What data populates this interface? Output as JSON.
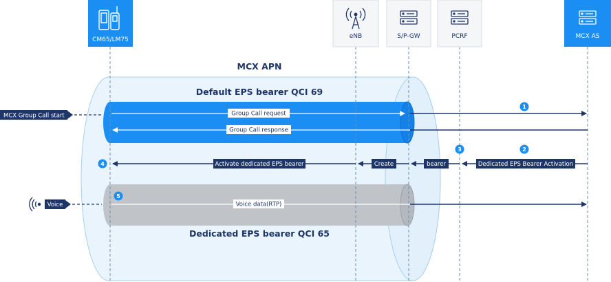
{
  "colors": {
    "blue": "#1a8ef3",
    "blue_dark": "#0f6fd0",
    "navy": "#1e3568",
    "grey_tube": "#c0c4c9",
    "apn_fill": "#eaf4fc",
    "apn_stroke": "#a9cfee",
    "node_light_fill": "#f4f6f8",
    "node_light_stroke": "#d9dee3",
    "lifeline": "#6b8db1"
  },
  "nodes": {
    "ue": {
      "label": "CM65/LM75",
      "icon": "handsets-icon"
    },
    "enb": {
      "label": "eNB",
      "icon": "antenna-icon"
    },
    "spgw": {
      "label": "S/P-GW",
      "icon": "server-icon"
    },
    "pcrf": {
      "label": "PCRF",
      "icon": "server-icon"
    },
    "mcxas": {
      "label": "MCX AS",
      "icon": "server-icon"
    }
  },
  "titles": {
    "apn": "MCX APN",
    "default_bearer": "Default EPS bearer QCI 69",
    "dedicated_bearer": "Dedicated EPS bearer QCI 65"
  },
  "triggers": {
    "group_call": "MCX Group Call start",
    "voice": "Voice"
  },
  "messages": {
    "group_call_request": "Group Call request",
    "group_call_response": "Group Call response",
    "activate_dedicated": "Activate dedicated EPS bearer",
    "create": "Create",
    "bearer": "bearer",
    "dedicated_activation": "Dedicated EPS Bearer Activation",
    "voice_data": "Voice data(RTP)"
  },
  "steps": [
    "1",
    "2",
    "3",
    "4",
    "5"
  ]
}
